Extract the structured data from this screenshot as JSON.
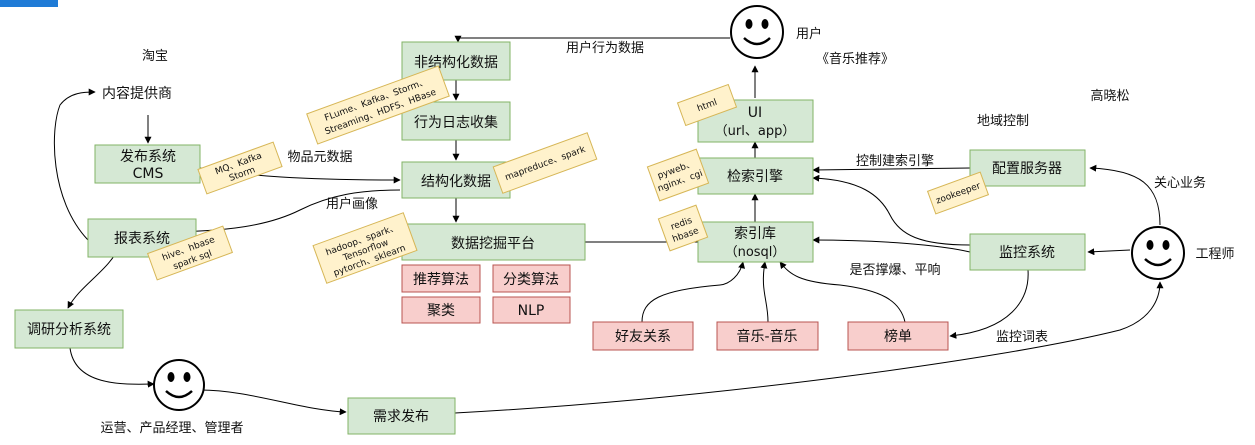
{
  "nodes": {
    "unstructured_data": "非结构化数据",
    "behavior_log": "行为日志收集",
    "structured_data": "结构化数据",
    "mining_platform": "数据挖掘平台",
    "content_provider": "内容提供商",
    "publish_line1": "发布系统",
    "publish_line2": "CMS",
    "report_system": "报表系统",
    "research_system": "调研分析系统",
    "demand_release": "需求发布",
    "ui_line1": "UI",
    "ui_line2": "（url、app）",
    "search_engine": "检索引擎",
    "index_line1": "索引库",
    "index_line2": "（nosql）",
    "config_server": "配置服务器",
    "monitor_system": "监控系统",
    "friends": "好友关系",
    "music_music": "音乐-音乐",
    "ranking": "榜单",
    "rec_algo": "推荐算法",
    "class_algo": "分类算法",
    "clustering": "聚类",
    "nlp": "NLP"
  },
  "notes": {
    "flume": [
      "FLume、Kafka、Storm、",
      "Streaming、HDFS、HBase"
    ],
    "mq": [
      "MQ、Kafka",
      "Storm"
    ],
    "hive": [
      "hive、hbase",
      "spark sql"
    ],
    "mapreduce": [
      "mapreduce、spark"
    ],
    "hadoop": [
      "hadoop、spark、",
      "Tensorflow",
      "pytorch、sklearn"
    ],
    "html": [
      "html"
    ],
    "pyweb": [
      "pyweb、",
      "nginx、cgi"
    ],
    "redis": [
      "redis",
      "hbase"
    ],
    "zookeeper": [
      "zookeeper"
    ]
  },
  "labels": {
    "taobao": "淘宝",
    "user": "用户",
    "music_rec": "《音乐推荐》",
    "gao": "高晓松",
    "region": "地域控制",
    "user_behavior": "用户行为数据",
    "item_meta": "物品元数据",
    "user_profile": "用户画像",
    "control_index": "控制建索引擎",
    "care_business": "关心业务",
    "engineer": "工程师",
    "overload": "是否撑爆、平响",
    "monitor_words": "监控词表",
    "operators": "运营、产品经理、管理者"
  }
}
